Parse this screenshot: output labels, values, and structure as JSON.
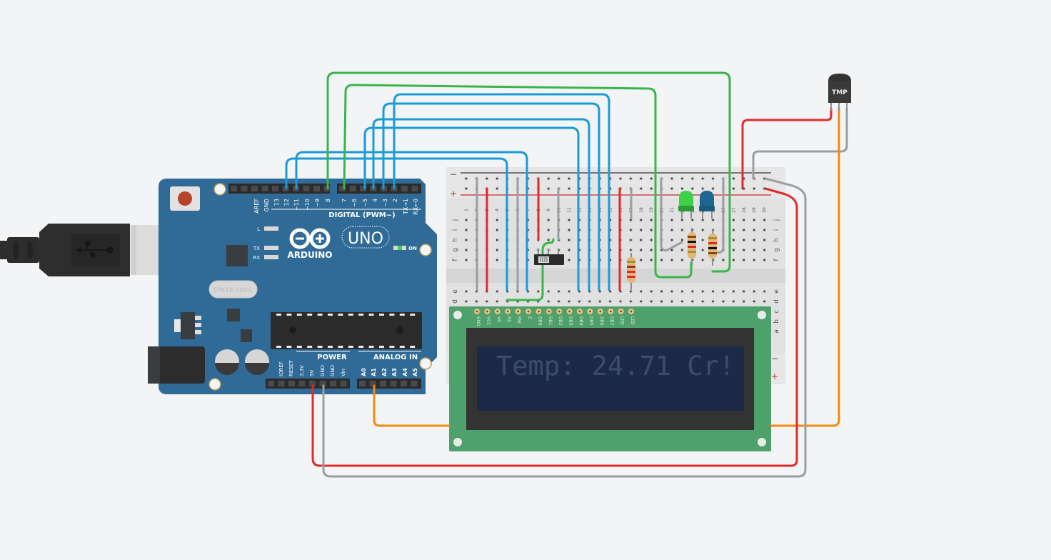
{
  "arduino": {
    "brand": "ARDUINO",
    "model": "UNO",
    "digital_header_label": "DIGITAL (PWM~)",
    "power_header_label": "POWER",
    "analog_header_label": "ANALOG IN",
    "crystal_label": "SPK16.000G",
    "on_label": "ON",
    "led_labels": [
      "L",
      "TX",
      "RX"
    ],
    "digital_pins": [
      "AREF",
      "GND",
      "13",
      "12",
      "~11",
      "~10",
      "~9",
      "8",
      "7",
      "~6",
      "~5",
      "4",
      "~3",
      "2",
      "TX→1",
      "RX←0"
    ],
    "power_pins": [
      "IOREF",
      "RESET",
      "3.3V",
      "5V",
      "GND",
      "GND",
      "Vin"
    ],
    "analog_pins": [
      "A0",
      "A1",
      "A2",
      "A3",
      "A4",
      "A5"
    ]
  },
  "breadboard": {
    "rail_minus": "−",
    "rail_plus": "+",
    "columns": [
      "1",
      "2",
      "3",
      "4",
      "5",
      "6",
      "7",
      "8",
      "9",
      "10",
      "11",
      "12",
      "13",
      "14",
      "15",
      "16",
      "17",
      "18",
      "19",
      "20",
      "21",
      "22",
      "23",
      "24",
      "25",
      "26",
      "27",
      "28",
      "29",
      "30"
    ],
    "top_rows": [
      "j",
      "i",
      "h",
      "g",
      "f"
    ],
    "bottom_rows": [
      "e",
      "d",
      "c",
      "b",
      "a"
    ]
  },
  "lcd": {
    "pins": [
      "GND",
      "VCC",
      "V0",
      "RS",
      "RW",
      "E",
      "DB0",
      "DB1",
      "DB2",
      "DB3",
      "DB4",
      "DB5",
      "DB6",
      "DB7",
      "LED",
      "LED"
    ],
    "display_text": "Temp: 24.71 Cr!"
  },
  "sensor": {
    "label": "TMP"
  },
  "colors": {
    "arduino_board": "#2f6b96",
    "lcd_board": "#4fa16b",
    "lcd_screen": "#1c2a48",
    "wire_blue": "#1a9bd7",
    "wire_green": "#3ab54a",
    "wire_red": "#e02a2a",
    "wire_gray": "#9a9ea2",
    "wire_orange": "#f28b0c",
    "led_green": "#3ed24a",
    "led_blue": "#1d6690"
  }
}
